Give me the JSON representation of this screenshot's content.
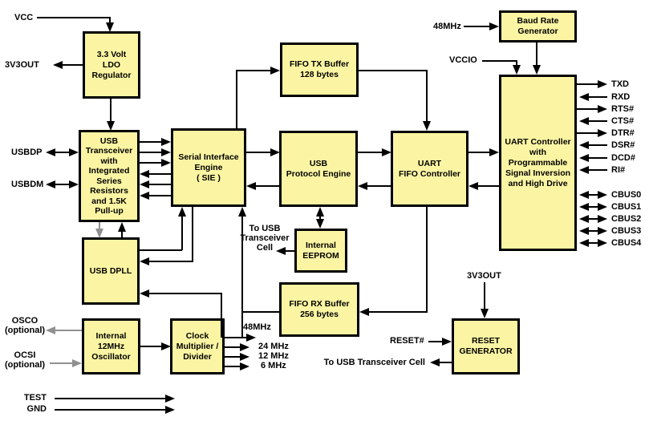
{
  "colors": {
    "block_fill": "#fbf5a3",
    "wire": "#000000",
    "optional_wire": "#909090"
  },
  "blocks": {
    "ldo": {
      "label": "3.3 Volt\nLDO\nRegulator"
    },
    "usb_transceiver": {
      "label": "USB\nTransceiver\nwith\nIntegrated\nSeries\nResistors\nand 1.5K\nPull-up"
    },
    "usb_dpll": {
      "label": "USB DPLL"
    },
    "oscillator": {
      "label": "Internal\n12MHz\nOscillator"
    },
    "clock_multiplier": {
      "label": "Clock\nMultiplier /\nDivider"
    },
    "sie": {
      "label": "Serial Interface\nEngine\n( SIE )"
    },
    "fifo_tx": {
      "label": "FIFO TX Buffer\n128 bytes"
    },
    "usb_protocol_engine": {
      "label": "USB\nProtocol Engine"
    },
    "eeprom": {
      "label": "Internal\nEEPROM"
    },
    "fifo_rx": {
      "label": "FIFO RX Buffer\n256 bytes"
    },
    "uart_fifo_controller": {
      "label": "UART\nFIFO Controller"
    },
    "baud_rate_generator": {
      "label": "Baud Rate\nGenerator"
    },
    "uart_controller": {
      "label": "UART Controller\nwith\nProgrammable\nSignal Inversion\nand High Drive"
    },
    "reset_generator": {
      "label": "RESET\nGENERATOR"
    }
  },
  "pins": {
    "vcc": "VCC",
    "v3out_top": "3V3OUT",
    "usbdp": "USBDP",
    "usbdm": "USBDM",
    "osco": "OSCO\n(optional)",
    "ocsi": "OCSI\n(optional)",
    "test": "TEST",
    "gnd": "GND",
    "mhz48_in": "48MHz",
    "vccio": "VCCIO",
    "v3out_bottom": "3V3OUT",
    "reset": "RESET#",
    "to_usb_cell_stacked": "To USB\nTransceiver\nCell",
    "to_usb_cell": "To USB Transceiver Cell"
  },
  "clock_outputs": [
    "48MHz",
    "24 MHz",
    "12 MHz",
    "6 MHz"
  ],
  "uart_signals": [
    {
      "name": "TXD",
      "dir": "out"
    },
    {
      "name": "RXD",
      "dir": "in"
    },
    {
      "name": "RTS#",
      "dir": "out"
    },
    {
      "name": "CTS#",
      "dir": "in"
    },
    {
      "name": "DTR#",
      "dir": "out"
    },
    {
      "name": "DSR#",
      "dir": "in"
    },
    {
      "name": "DCD#",
      "dir": "in"
    },
    {
      "name": "RI#",
      "dir": "in"
    },
    {
      "name": "CBUS0",
      "dir": "bidi"
    },
    {
      "name": "CBUS1",
      "dir": "bidi"
    },
    {
      "name": "CBUS2",
      "dir": "bidi"
    },
    {
      "name": "CBUS3",
      "dir": "bidi"
    },
    {
      "name": "CBUS4",
      "dir": "bidi"
    }
  ]
}
